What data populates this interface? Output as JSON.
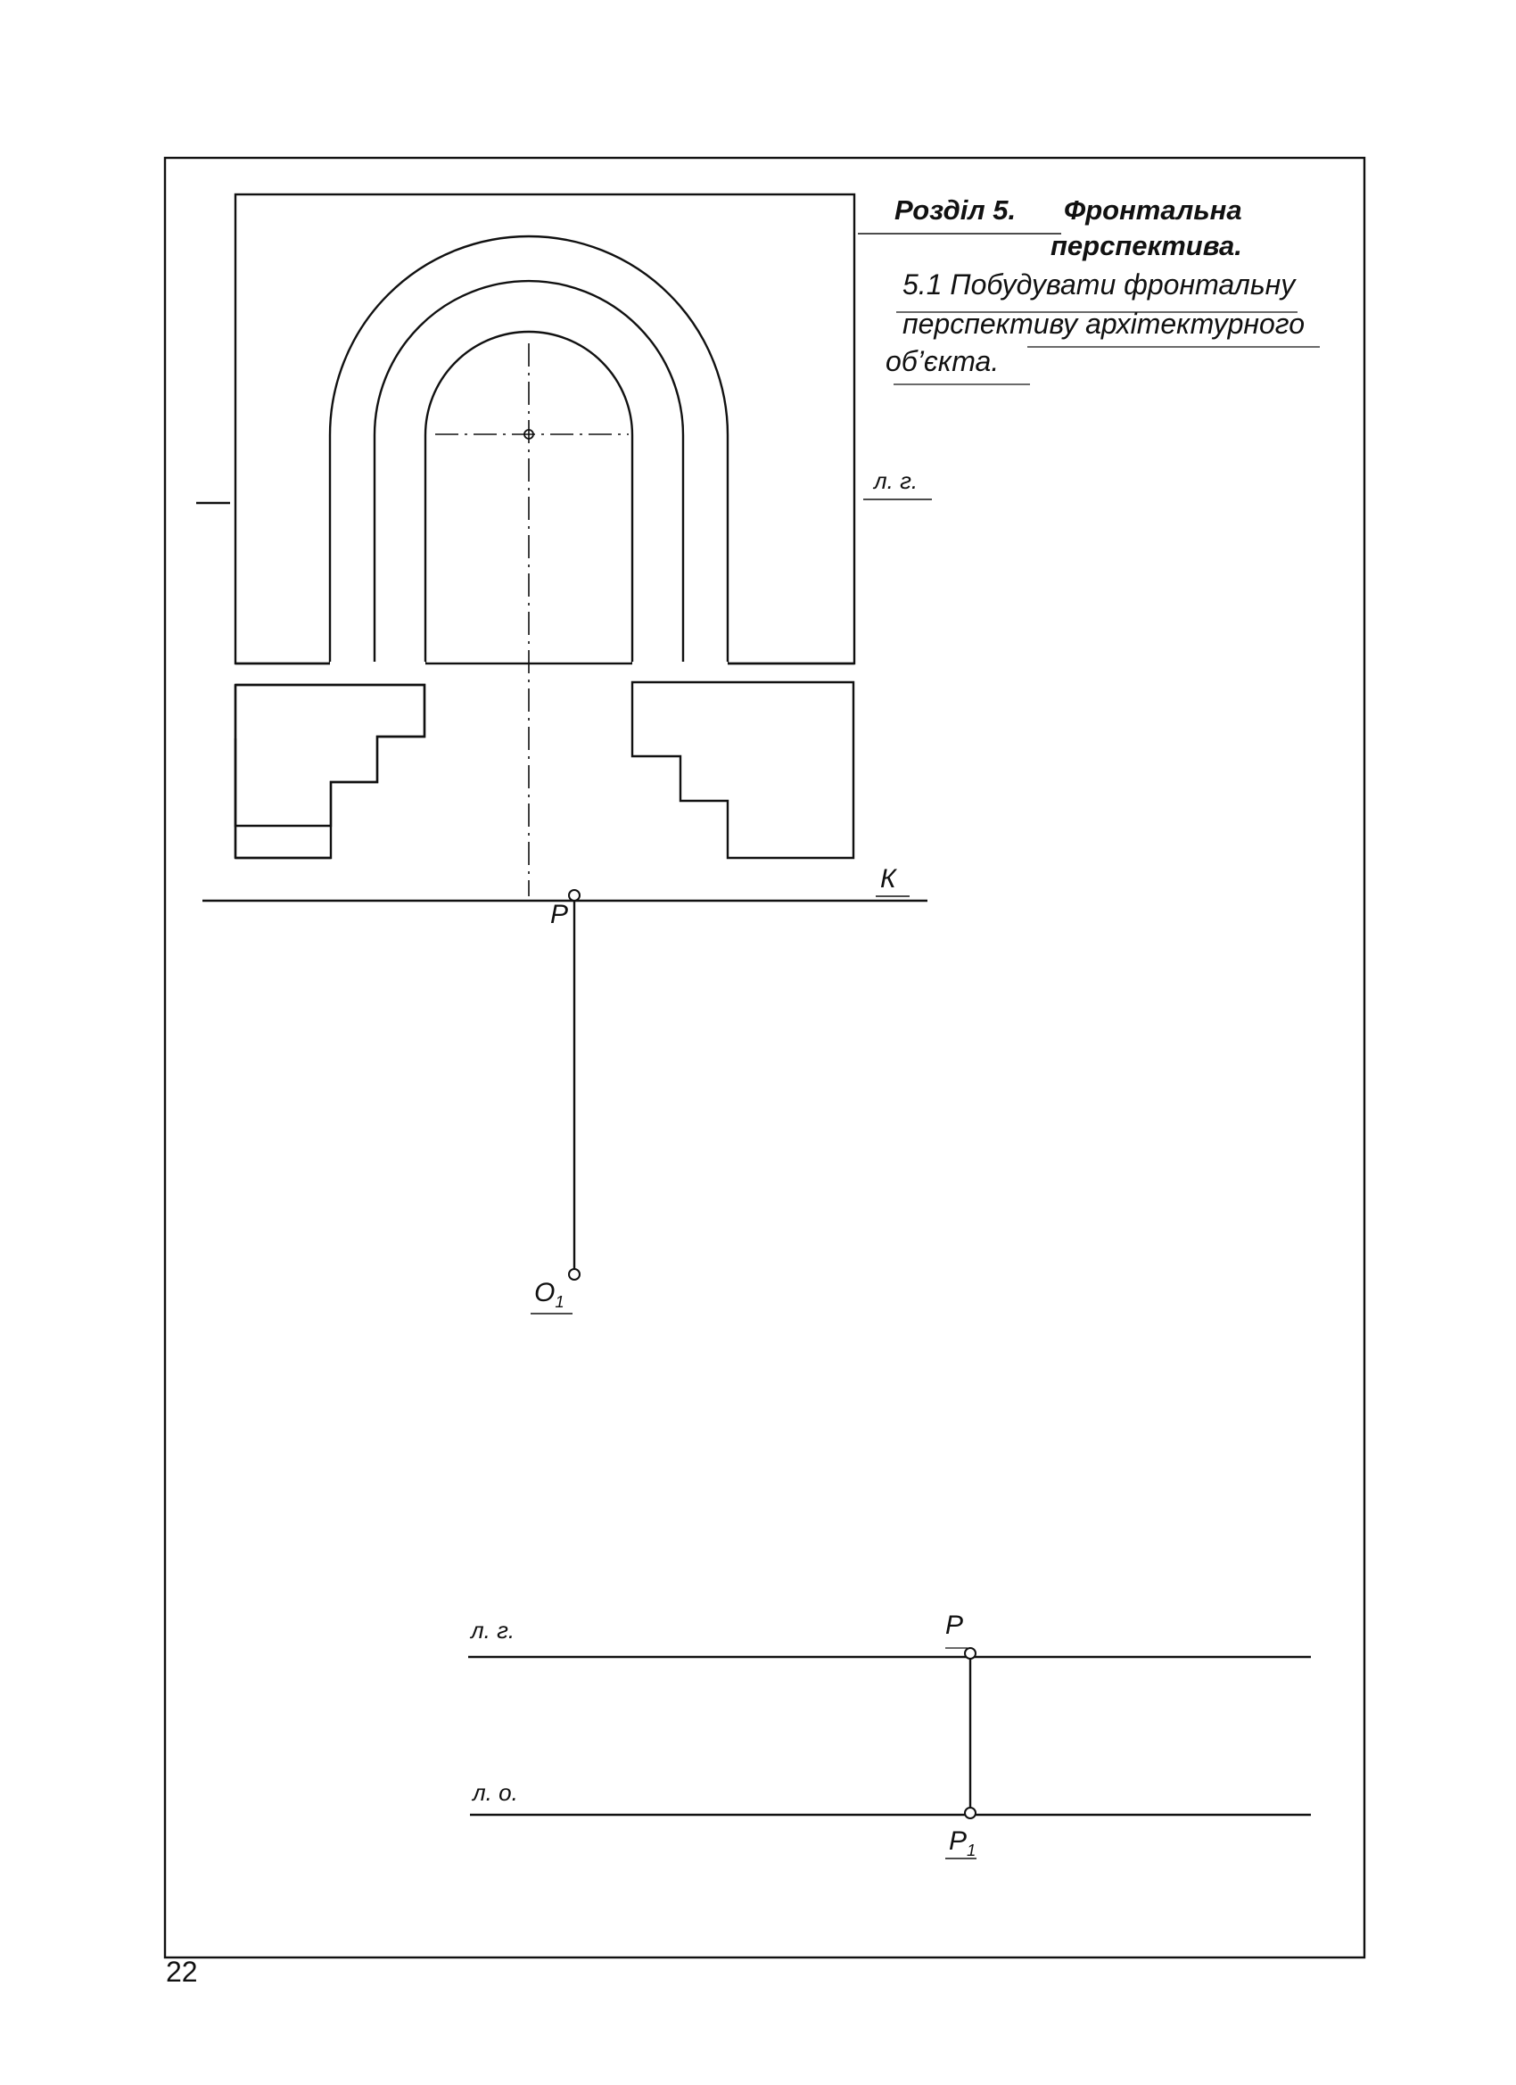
{
  "heading": {
    "section": "Розділ 5.",
    "title_line1": "Фронтальна",
    "title_line2": "перспектива."
  },
  "task": {
    "line1": "5.1  Побудувати фронтальну",
    "line2": "перспективу архітектурного",
    "line3": "об’єкта."
  },
  "labels": {
    "horizon_top": "л. г.",
    "k": "К",
    "p": "P",
    "o_main": "O",
    "o_sub": "1",
    "horizon_bottom": "л. г.",
    "p_bottom": "P",
    "base_line": "л. о.",
    "p1_main": "P",
    "p1_sub": "1"
  },
  "page_number": "22",
  "colors": {
    "ink": "#111111",
    "paper": "#ffffff"
  }
}
